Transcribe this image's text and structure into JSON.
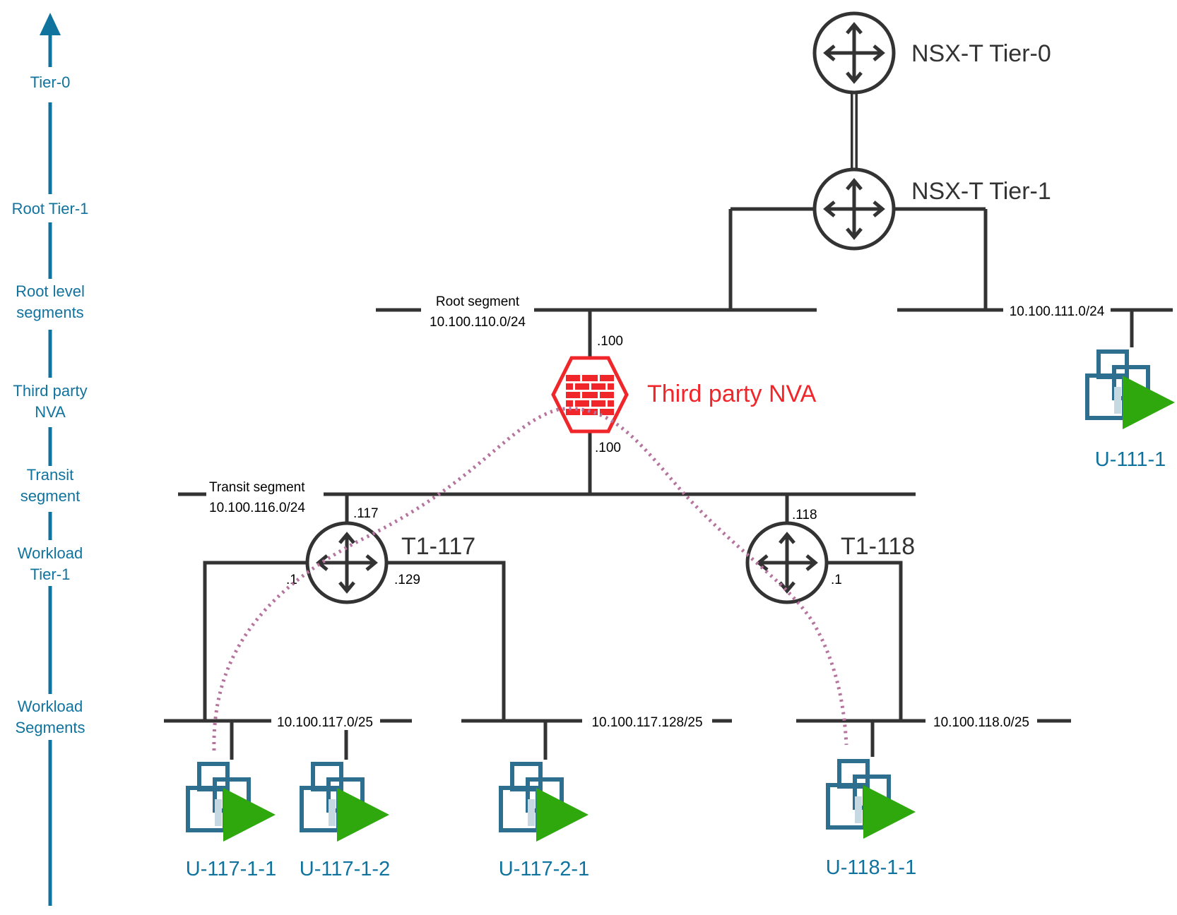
{
  "levels": {
    "tier0": [
      "Tier-0"
    ],
    "root_tier1": [
      "Root Tier-1"
    ],
    "root_segments": [
      "Root level",
      "segments"
    ],
    "nva": [
      "Third party",
      "NVA"
    ],
    "transit": [
      "Transit",
      "segment"
    ],
    "workload_tier1": [
      "Workload",
      "Tier-1"
    ],
    "workload_segments": [
      "Workload",
      "Segments"
    ]
  },
  "routers": {
    "tier0": "NSX-T Tier-0",
    "tier1": "NSX-T Tier-1",
    "t1_117": "T1-117",
    "t1_118": "T1-118"
  },
  "nva": {
    "label": "Third party NVA"
  },
  "segments": {
    "root_name": "Root segment",
    "root_cidr": "10.100.110.0/24",
    "seg_111": "10.100.111.0/24",
    "transit_name": "Transit segment",
    "transit_cidr": "10.100.116.0/24",
    "seg_117_0": "10.100.117.0/25",
    "seg_117_128": "10.100.117.128/25",
    "seg_118_0": "10.100.118.0/25"
  },
  "ips": {
    "nva_top": ".100",
    "nva_bottom": ".100",
    "t117_uplink": ".117",
    "t118_uplink": ".118",
    "t117_left": ".1",
    "t117_right": ".129",
    "t118_down": ".1"
  },
  "vms": {
    "u111_1": "U-111-1",
    "u117_1_1": "U-117-1-1",
    "u117_1_2": "U-117-1-2",
    "u117_2_1": "U-117-2-1",
    "u118_1_1": "U-118-1-1"
  },
  "colors": {
    "level_text": "#10739e",
    "router": "#333333",
    "nva": "#f0262b",
    "vm_frame": "#2e6e8e",
    "vm_play": "#2ea80c",
    "traffic_path": "#b5739d"
  },
  "icons": {
    "router": "router-icon",
    "firewall": "firewall-icon",
    "vm": "vm-icon"
  }
}
